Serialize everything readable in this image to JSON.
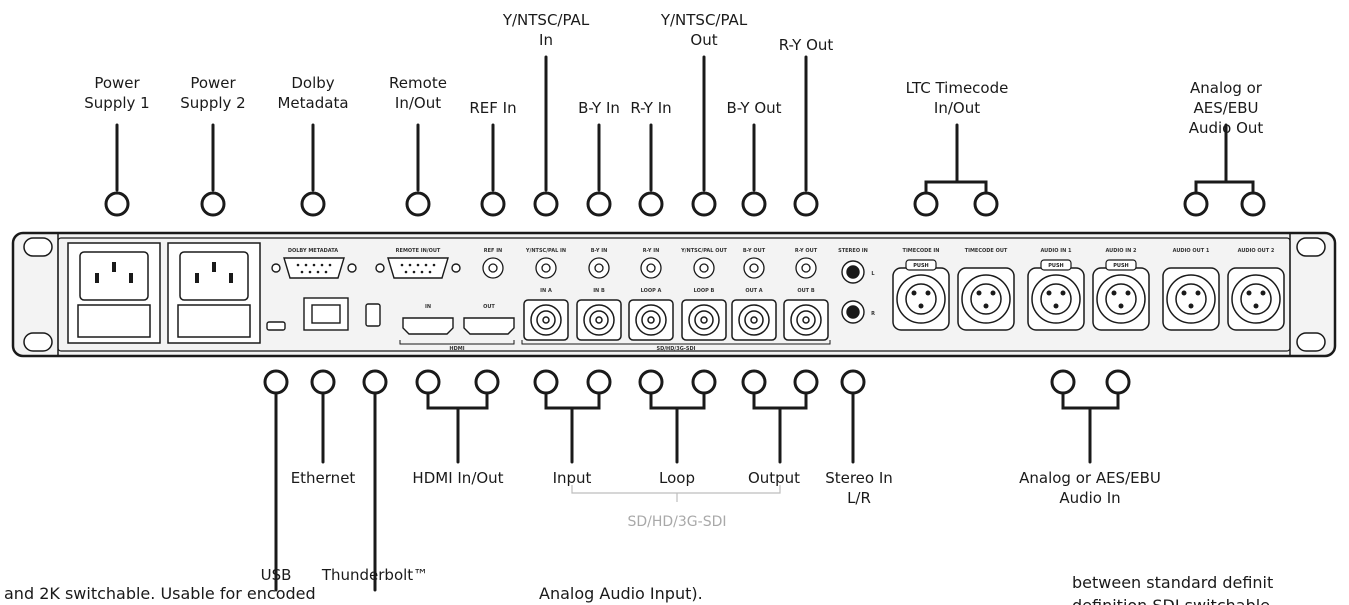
{
  "top_labels": {
    "power_supply_1": "Power\nSupply 1",
    "power_supply_2": "Power\nSupply 2",
    "dolby_metadata": "Dolby\nMetadata",
    "remote_in_out": "Remote\nIn/Out",
    "ref_in": "REF In",
    "y_ntsc_pal_in": "Y/NTSC/PAL\nIn",
    "b_y_in": "B-Y In",
    "r_y_in": "R-Y In",
    "y_ntsc_pal_out": "Y/NTSC/PAL\nOut",
    "b_y_out": "B-Y Out",
    "r_y_out": "R-Y Out",
    "ltc_timecode": "LTC Timecode\nIn/Out",
    "analog_audio_out": "Analog or AES/EBU\nAudio Out"
  },
  "bottom_labels": {
    "usb": "USB",
    "ethernet": "Ethernet",
    "thunderbolt": "Thunderbolt™",
    "hdmi_in_out": "HDMI In/Out",
    "input": "Input",
    "loop": "Loop",
    "output": "Output",
    "stereo_in": "Stereo In\nL/R",
    "sdi_group": "SD/HD/3G-SDI",
    "analog_audio_in": "Analog or AES/EBU\nAudio In"
  },
  "panel_labels": {
    "dolby_metadata": "DOLBY METADATA",
    "remote_in_out": "REMOTE IN/OUT",
    "ref_in": "REF IN",
    "ntsc_pal_in": "Y/NTSC/PAL IN",
    "b_y_in": "B-Y IN",
    "r_y_in": "R-Y IN",
    "ntsc_pal_out": "Y/NTSC/PAL OUT",
    "b_y_out": "B-Y OUT",
    "r_y_out": "R-Y OUT",
    "stereo_in": "STEREO IN",
    "timecode_in": "TIMECODE IN",
    "timecode_out": "TIMECODE OUT",
    "audio_in_1": "AUDIO IN 1",
    "audio_in_2": "AUDIO IN 2",
    "audio_out_1": "AUDIO OUT 1",
    "audio_out_2": "AUDIO OUT 2",
    "in_a": "IN A",
    "in_b": "IN B",
    "loop_a": "LOOP A",
    "loop_b": "LOOP B",
    "out_a": "OUT A",
    "out_b": "OUT B",
    "hdmi": "HDMI",
    "hdmi_in": "IN",
    "hdmi_out": "OUT",
    "sdi": "SD/HD/3G-SDI",
    "push": "PUSH",
    "left": "L",
    "right": "R"
  },
  "page_text": {
    "left_fragment": "and 2K switchable. Usable for encoded",
    "center_fragment": "Analog Audio Input).",
    "right_fragment_1": "between standard definit",
    "right_fragment_2": "definition SDI switchable"
  },
  "colors": {
    "line": "#1a1a1a",
    "panel": "#f2f2f2",
    "gray_text": "#a9a9a9"
  }
}
